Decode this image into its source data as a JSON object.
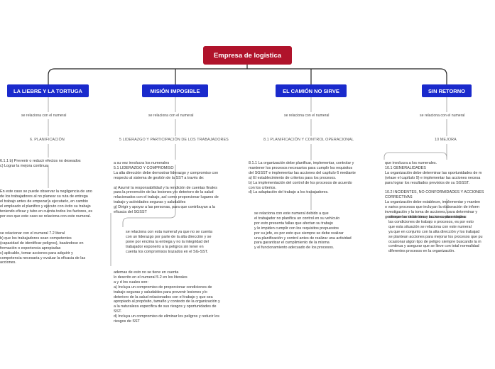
{
  "root": {
    "title": "Empresa de logistica"
  },
  "branches": [
    {
      "title": "LA LIEBRE Y LA TORTUGA",
      "relation": "se relaciona con el numeral",
      "numeral": "6. PLANIFICACIÓN",
      "notes": [
        "6.1.1 b) Prevenir o reducir efectos no deseados\nc) Lograr la mejora continua.",
        "En este caso se puede observar la negligencia de uno\nde los trabajadores al no planear su ruta de entrega\nel trabajo antes de empezar a ejecutarlo, en cambio\nel empleado el planifico y ejecuto con éxito su trabajo\nteniendo eficaz y tubo en cuenta todos los factores, es\npor eso que este caso se relaciona con este numeral.",
        "se relacionar con el numeral 7.2 literal\nb) que los trabajadores sean competentes\n(capacidad de identificar peligros), basándose en\nformación o experiencia apropiadas\nc) aplicable, tomar acciones para adquirir y\ncompetencia necesaria y evaluar la eficacia de las\nacciones."
      ]
    },
    {
      "title": "MISIÓN IMPOSIBLE",
      "relation": "se relaciona con el numeral",
      "numeral": "5 LIDERAZGO Y PARTICIPACIÓN DE LOS TRABAJADORES",
      "notes": [
        "a su vez involucra los numerales\n5.1 LIDERAZGO Y COMPROMISO\nLa alta dirección debe demostrar liderazgo y compromiso con\nrespecto al sistema de gestión de la SST a través de:\n\na) Asumir la responsabilidad y la rendición de cuentas finales\npara la prevención de las lesiones y/o deterioro de la salud\nrelacionados con el trabajo, así como proporcionar lugares de\ntrabajo y actividades seguras y saludables\ng) Dirigir y apoyar a las personas, para que contribuyan a la\neficacia del SGSST",
        "se relaciona con esta numeral ya que no se cuenta\ncon un liderazgo por parte de la alta dirección y se\npone por encima la entrega y no la integridad del\ntrabajador exponerlo a la peligros sin tener en\ncuenta los compromisos trazados en el SG-SST.",
        "ademas de esto no se tiene en cuenta\nlo descrito en el numeral 5.2 en los literales\na y d los cuales son:\na) Incluya un compromiso de proporcionar condiciones de\ntrabajo seguras y saludables para prevenir lesiones y/o\ndeterioro de la salud relacionados con el trabajo y que sea\napropiado al propósito, tamaño y contexto de la organización y\na la naturaleza especifica de sus riesgos y oportunidades de\nSST.\nd) Incluya un compromiso de eliminar los peligros y reducir los\nriesgos de SST"
      ]
    },
    {
      "title": "EL CAMIÓN NO SIRVE",
      "relation": "se relaciona con el numeral",
      "numeral": "8.1 PLANIFICACIÓN Y CONTROL OPERACIONAL",
      "notes": [
        "8.1.1 La organización debe planificar, implementar, controlar y\nmantener los procesos necesarios para cumplir los requisitos\ndel SGSST e implementar las acciones del capítulo 6 mediante\na) El establecimiento de criterios para los procesos.\nb) La implementación del control de los procesos de acuerdo\ncon los criterios.\nd) La adaptación del trabajo a los trabajadores.",
        "se relaciona con este numeral debido a que\nel trabajador no planifica un control en su vehículo\npor esto presenta fallas que afectan su trabajo\ny le impiden cumplir con los requisitos propuestos\npor su jefe, es por esto que siempre se debe realizar\nuna planificación y control antes de realizar una actividad\npara garantizar el cumplimiento de la misma\ny el funcionamiento adecuado de los procesos."
      ]
    },
    {
      "title": "SIN RETORNO",
      "relation": "se relaciona con el numeral",
      "numeral": "10 MEJORA",
      "notes": [
        "que involucra a los numerales.\n10.1 GENERALIDADES\nLa organización debe determinar las oportunidades de m\n(véase el capítulo 9) e implementar las acciones necesa\npara lograr los resultados previstos de su SGSST.\n\n10.2 INCIDENTES, NO CONFORMIDADES Y ACCIONES\nCORRECTIVAS\nLa organización debe establecer, implementar y manten\no varios procesos que incluyan la elaboración de inform\ninvestigación y la toma de acciones, para determinar y\ngestionar los incidentes y las no conformidades.",
        "siempre se debe tomar acciones para mejorar\nlas condiciones de trabajo o procesos, es por esto\nque esta situación se relaciona con este numeral\nya que en conjunto con la alta dirección y los trabajad\nse plantean acciones para mejorar los procesos que pu\nocasionar algún tipo de peligro siempre buscando la m\ncontinua y asegurar que se lleve con total normalidad\ndiferentes procesos en la organización."
      ]
    }
  ]
}
